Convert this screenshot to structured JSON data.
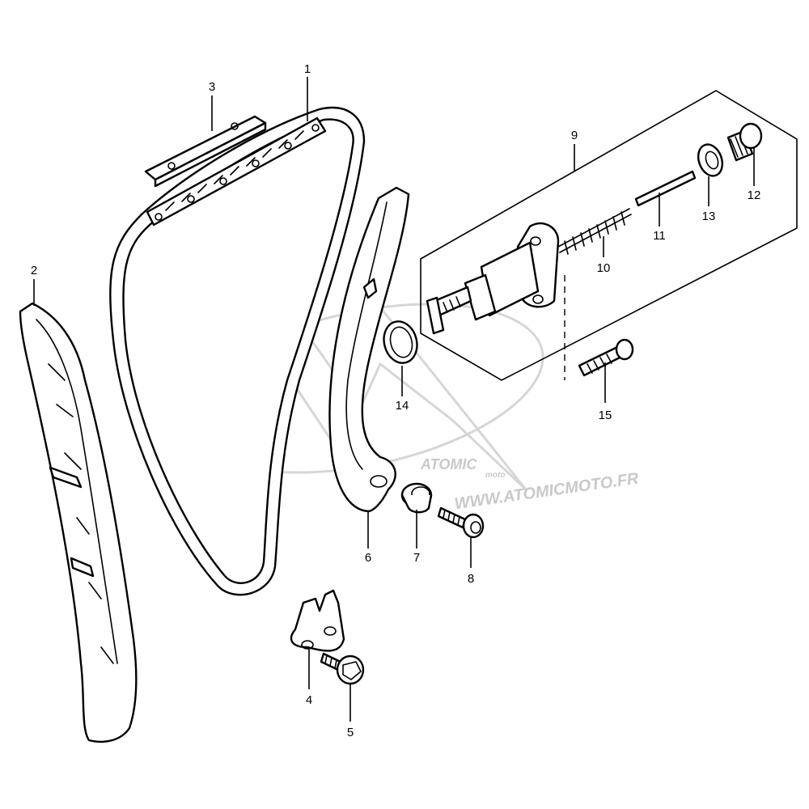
{
  "callouts": {
    "c1": "1",
    "c2": "2",
    "c3": "3",
    "c4": "4",
    "c5": "5",
    "c6": "6",
    "c7": "7",
    "c8": "8",
    "c9": "9",
    "c10": "10",
    "c11": "11",
    "c12": "12",
    "c13": "13",
    "c14": "14",
    "c15": "15"
  },
  "watermark": {
    "url": "WWW.ATOMICMOTO.FR",
    "brand": "ATOMIC",
    "brand_sub": "moto"
  },
  "colors": {
    "line": "#000000",
    "background": "#ffffff",
    "watermark": "#d0d0d0"
  }
}
